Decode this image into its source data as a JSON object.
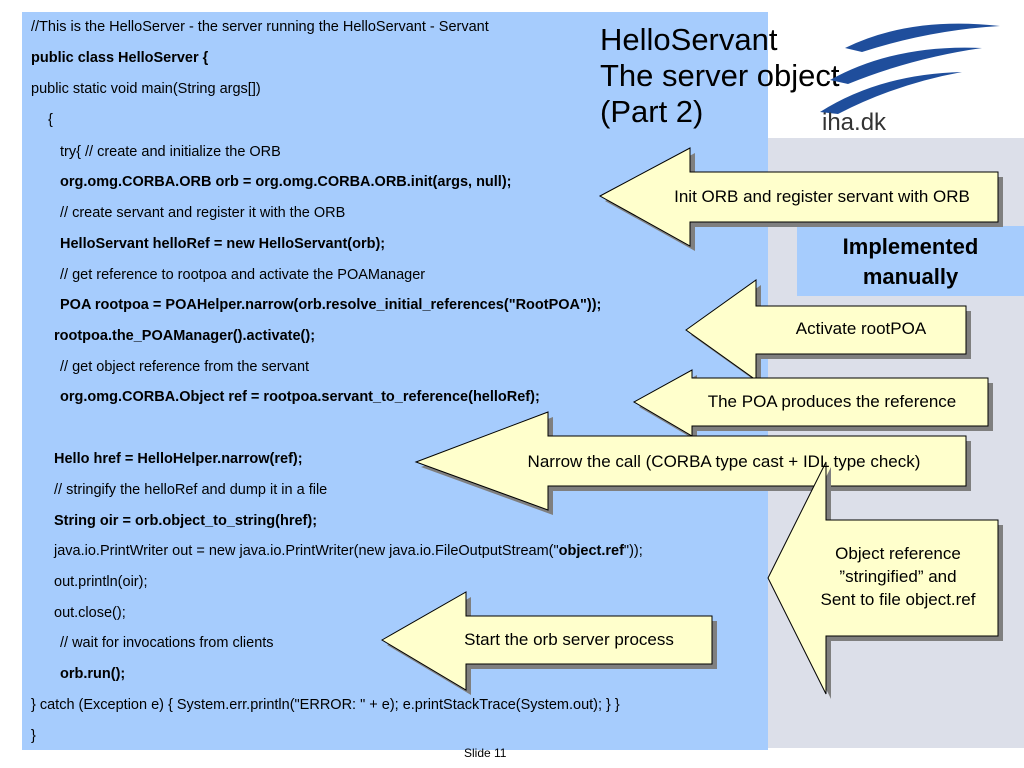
{
  "slide": {
    "title_lines": [
      "HelloServant",
      "The server object",
      "(Part 2)"
    ],
    "logo_text": "iha.dk",
    "footer": "Slide 11"
  },
  "code_lines": [
    {
      "text": "//This is the HelloServer - the server running the HelloServant - Servant",
      "bold": false
    },
    {
      "text": "public class HelloServer {",
      "bold": true
    },
    {
      "text": "public static void main(String args[])",
      "bold": false
    },
    {
      "text": "{",
      "bold": false
    },
    {
      "text": "try{   // create and initialize the ORB",
      "bold": false
    },
    {
      "text": "org.omg.CORBA.ORB orb = org.omg.CORBA.ORB.init(args, null);",
      "bold": true
    },
    {
      "text": "// create servant and register it with the ORB",
      "bold": false
    },
    {
      "text": "HelloServant helloRef = new HelloServant(orb);",
      "bold": true
    },
    {
      "text": "// get reference to rootpoa and activate the POAManager",
      "bold": false
    },
    {
      "text": "POA rootpoa = POAHelper.narrow(orb.resolve_initial_references(\"RootPOA\"));",
      "bold": true
    },
    {
      "text": "rootpoa.the_POAManager().activate();",
      "bold": true
    },
    {
      "text": "// get object reference from the servant",
      "bold": false
    },
    {
      "text": "org.omg.CORBA.Object ref = rootpoa.servant_to_reference(helloRef);",
      "bold": true
    },
    {
      "text": "Hello href = HelloHelper.narrow(ref);",
      "bold": true
    },
    {
      "text": "// stringify the helloRef and dump it in a file",
      "bold": false
    },
    {
      "text": "String oir = orb.object_to_string(href);",
      "bold": true
    },
    {
      "text": "java.io.PrintWriter out = new java.io.PrintWriter(new java.io.FileOutputStream(\"",
      "bold": false,
      "bold_part": "object.ref",
      "suffix": "\"));"
    },
    {
      "text": "out.println(oir);",
      "bold": false
    },
    {
      "text": "out.close();",
      "bold": false
    },
    {
      "text": "// wait for invocations from clients",
      "bold": false
    },
    {
      "text": "orb.run();",
      "bold": true
    },
    {
      "text": "} catch (Exception e) { System.err.println(\"ERROR: \" + e); e.printStackTrace(System.out); } }",
      "bold": false
    },
    {
      "text": "}",
      "bold": false
    }
  ],
  "implemented_box": {
    "lines": [
      "Implemented",
      "manually"
    ]
  },
  "callouts": [
    {
      "text": "Init ORB and register servant with ORB"
    },
    {
      "text": "Activate rootPOA"
    },
    {
      "text": "The POA produces the reference"
    },
    {
      "text": "Narrow the call (CORBA type cast + IDL type check)"
    },
    {
      "lines": [
        "Object reference",
        "”stringified” and",
        "Sent to file object.ref"
      ]
    },
    {
      "text": "Start the orb server process"
    }
  ],
  "colors": {
    "code_bg": "#a6ccfd",
    "callout_fill": "#ffffcc",
    "shadow": "#7f7f7f",
    "grey_panel": "#dcdfe9",
    "logo_blue": "#1f4e9c"
  }
}
